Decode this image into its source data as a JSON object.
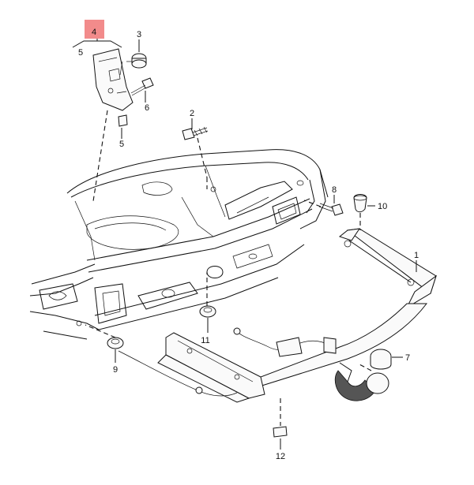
{
  "diagram": {
    "highlight_color": "#f28b8b",
    "callouts": [
      {
        "id": "c4",
        "text": "4"
      },
      {
        "id": "c5a",
        "text": "5"
      },
      {
        "id": "c3",
        "text": "3"
      },
      {
        "id": "c6",
        "text": "6"
      },
      {
        "id": "c5b",
        "text": "5"
      },
      {
        "id": "c2",
        "text": "2"
      },
      {
        "id": "c8",
        "text": "8"
      },
      {
        "id": "c10",
        "text": "10"
      },
      {
        "id": "c1",
        "text": "1"
      },
      {
        "id": "c11",
        "text": "11"
      },
      {
        "id": "c9",
        "text": "9"
      },
      {
        "id": "c7",
        "text": "7"
      },
      {
        "id": "c12",
        "text": "12"
      }
    ]
  }
}
